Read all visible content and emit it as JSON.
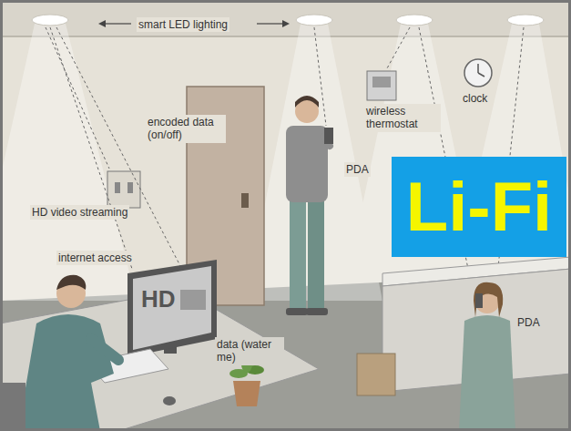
{
  "diagram": {
    "nodes": [
      {
        "text": [
          "Li-Fi"
        ]
      }
    ],
    "labels": [
      "smart LED lighting",
      "encoded data (on/off)",
      "HD video streaming",
      "internet access",
      "HD",
      "data (water me)",
      "wireless thermostat",
      "clock",
      "PDA",
      "PDA"
    ]
  }
}
